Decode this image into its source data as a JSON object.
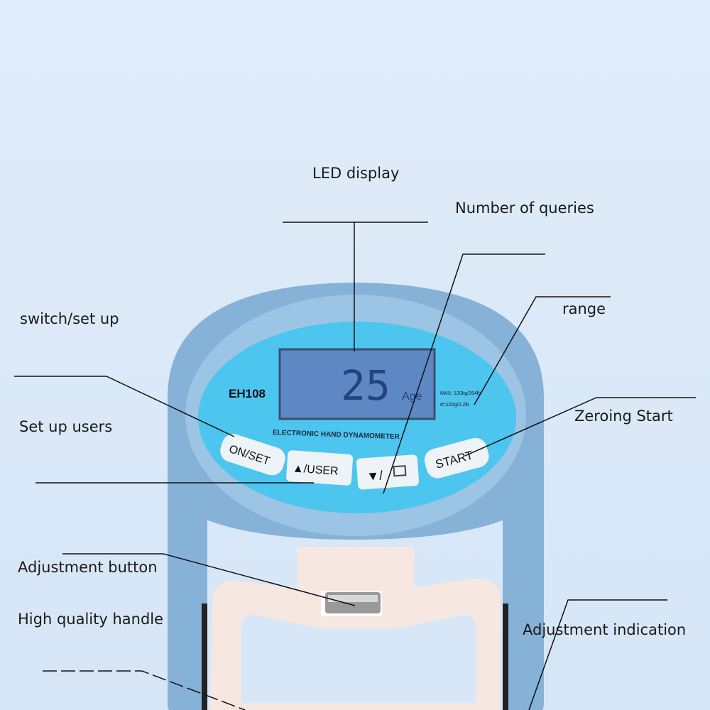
{
  "annotations": {
    "led_display": "LED display",
    "number_of_queries": "Number of queries",
    "range": "range",
    "switch_set_up": "switch/set up",
    "zeroing_start": "Zeroing Start",
    "set_up_users": "Set up users",
    "adjustment_button": "Adjustment button",
    "high_quality_handle": "High quality handle",
    "adjustment_indication": "Adjustment indication"
  },
  "device": {
    "model": "EH108",
    "title": "ELECTRONIC HAND DYNAMOMETER",
    "display_value": "25",
    "display_unit": "Age",
    "spec_max": "MAX: 120kg/264lb",
    "spec_d": "d=100g/0.2lb",
    "buttons": {
      "on_set": "ON/SET",
      "up_user": "▲/USER",
      "down": "▼/",
      "start": "START"
    }
  },
  "colors": {
    "body": "#86b2d8",
    "face": "#4cc5ef",
    "screen": "#5e88c4",
    "handle": "#f6e7e1"
  }
}
